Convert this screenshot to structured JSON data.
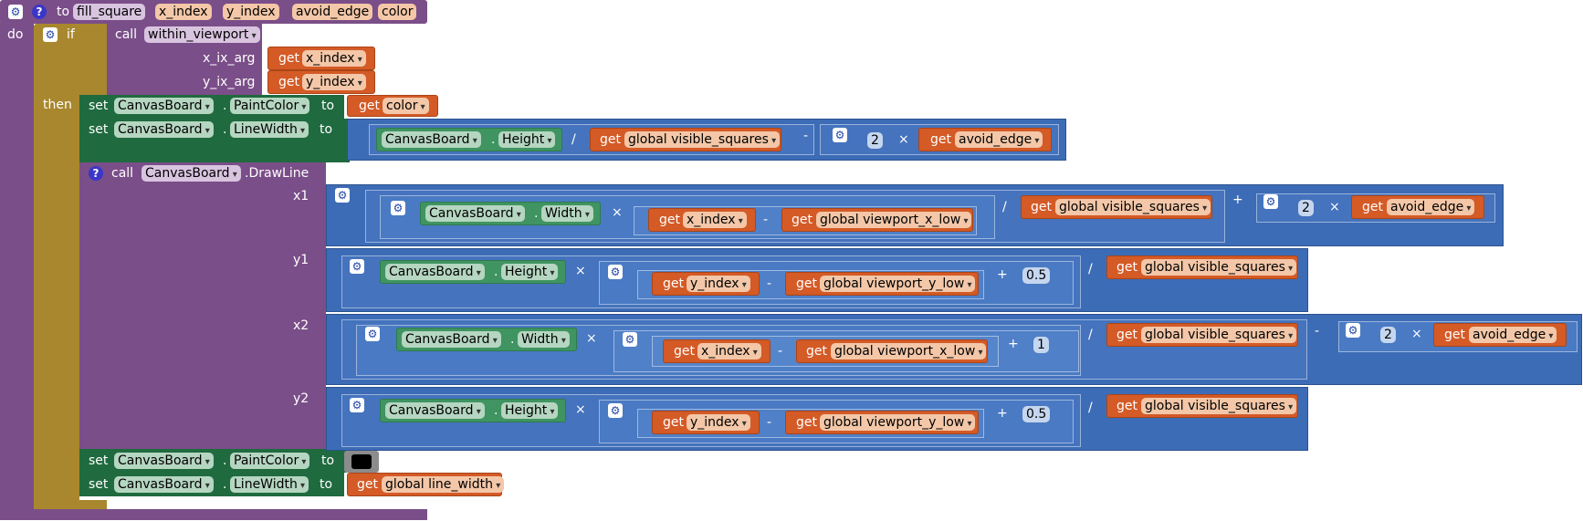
{
  "proc": {
    "kw_to": "to",
    "name": "fill_square",
    "params": [
      "x_index",
      "y_index",
      "avoid_edge",
      "color"
    ],
    "kw_do": "do"
  },
  "if_block": {
    "kw_if": "if",
    "kw_then": "then",
    "kw_call": "call",
    "func": "within_viewport",
    "arg1": "x_ix_arg",
    "arg2": "y_ix_arg"
  },
  "kw": {
    "get": "get",
    "set": "set",
    "to": "to",
    "call": "call"
  },
  "vars": {
    "x_index": "x_index",
    "y_index": "y_index",
    "avoid_edge": "avoid_edge",
    "color": "color",
    "visible_squares": "global visible_squares",
    "vx_low": "global viewport_x_low",
    "vy_low": "global viewport_y_low",
    "line_width": "global line_width"
  },
  "comp": {
    "board": "CanvasBoard",
    "paint_color": "PaintColor",
    "line_width": "LineWidth",
    "height": "Height",
    "width": "Width",
    "dot": ".",
    "drawline": ".DrawLine"
  },
  "ops": {
    "div": "/",
    "minus": "-",
    "times": "×",
    "plus": "+"
  },
  "nums": {
    "two": "2",
    "half": "0.5",
    "one": "1"
  },
  "args": {
    "x1": "x1",
    "y1": "y1",
    "x2": "x2",
    "y2": "y2"
  },
  "colors": {
    "procedure": "#7a4e88",
    "control": "#a8872e",
    "setter": "#1f6a3f",
    "math": "#3d6cb6",
    "variable": "#d45a26",
    "component": "#3f9461",
    "black_swatch": "#000000"
  }
}
